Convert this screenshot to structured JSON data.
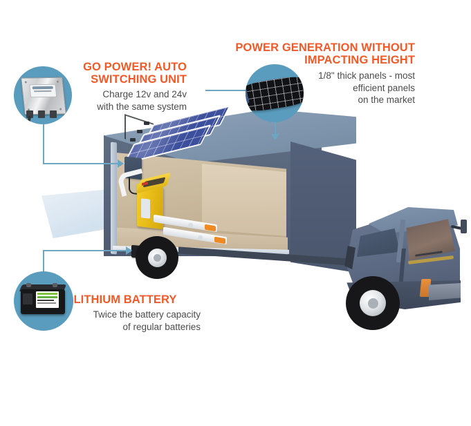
{
  "graphic": {
    "subject": "box-truck-solar-power-system-infographic",
    "accent_color": "#f05a28",
    "circle_color": "#5a9cbd",
    "leader_color": "#6ba7c2",
    "body_text_color": "#4b4b4b",
    "truck_body_color": "#5e6b80",
    "truck_roof_color": "#7f95ad"
  },
  "callouts": [
    {
      "id": "switching-unit",
      "title": "GO POWER! AUTO\nSWITCHING UNIT",
      "title_line1": "GO POWER! AUTO",
      "title_line2": "SWITCHING UNIT",
      "body_line1": "Charge 12v and 24v",
      "body_line2": "with the same system",
      "icon": "auto-switching-unit-photo"
    },
    {
      "id": "solar-panels",
      "title_line1": "POWER GENERATION WITHOUT",
      "title_line2": "IMPACTING HEIGHT",
      "body_line1": "1/8\" thick panels - most",
      "body_line2": "efficient panels",
      "body_line3": "on the market",
      "icon": "flexible-solar-panel-photo"
    },
    {
      "id": "lithium-battery",
      "title_line1": "LITHIUM BATTERY",
      "body_line1": "Twice the battery capacity",
      "body_line2": "of regular batteries",
      "icon": "lithium-battery-photo"
    }
  ],
  "truck": {
    "roof_panel_count": 3,
    "parts": [
      "cargo-box",
      "solar-panel-array",
      "auto-switching-unit",
      "electric-pallet-jack",
      "lithium-battery",
      "liftgate-ramp",
      "cab",
      "front-wheel",
      "rear-wheel"
    ]
  }
}
